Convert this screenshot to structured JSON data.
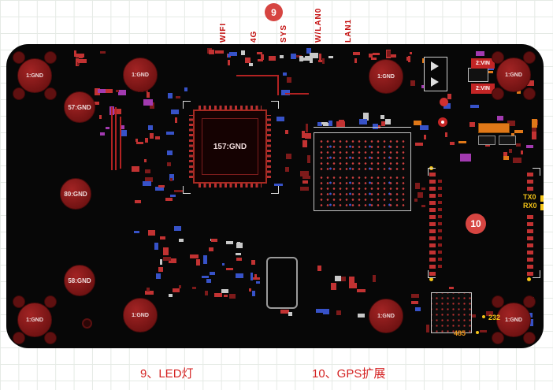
{
  "figure": {
    "connector_labels": [
      {
        "id": "wifi",
        "label": "WIFI"
      },
      {
        "id": "4g",
        "label": "4G"
      },
      {
        "id": "sys",
        "label": "SYS"
      },
      {
        "id": "wlan0",
        "label": "W/LAN0"
      },
      {
        "id": "lan1",
        "label": "LAN1"
      }
    ],
    "callouts": [
      {
        "number": "9"
      },
      {
        "number": "10"
      }
    ],
    "gnd_labels": {
      "corner": "1:GND",
      "pad_57": "57:GND",
      "pad_80": "80:GND",
      "pad_58": "58:GND",
      "main_chip": "157:GND"
    },
    "power_label": "2:VIN",
    "serial": {
      "tx": "TX0",
      "rx": "RX0",
      "rs232": "232",
      "rs485": "485"
    }
  },
  "captions": {
    "led": "9、LED灯",
    "gps": "10、GPS扩展"
  },
  "colors": {
    "callout_red": "#d64541",
    "label_red": "#c40f0f",
    "caption_red": "#d42222",
    "board_black": "#070707",
    "pad_red": "#c23232",
    "pad_blue": "#3752c8",
    "pad_dark_red": "#7d1a1a",
    "pad_purple": "#a23ab0",
    "pad_orange": "#e07818",
    "pad_white": "#c8c8c8",
    "accent_yellow": "#f5c518",
    "accent_orange": "#e8961c"
  }
}
